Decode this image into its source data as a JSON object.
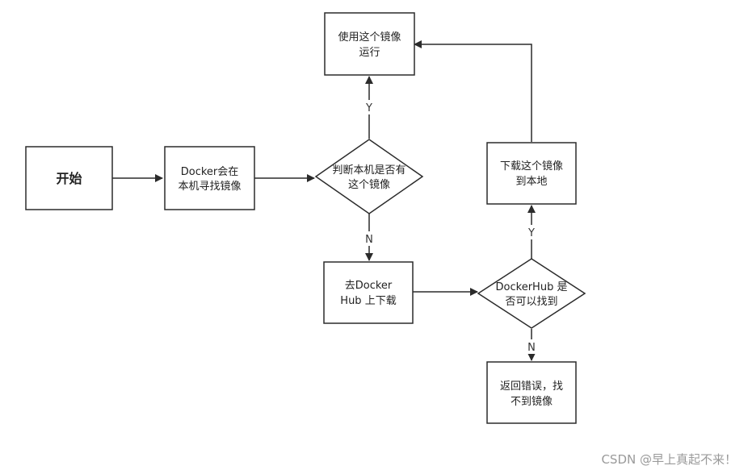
{
  "nodes": {
    "start": {
      "label": "开始"
    },
    "docker_search": {
      "lines": [
        "Docker会在",
        "本机寻找镜像"
      ]
    },
    "local_check": {
      "lines": [
        "判断本机是否有",
        "这个镜像"
      ]
    },
    "run_image": {
      "lines": [
        "使用这个镜像",
        "运行"
      ]
    },
    "go_hub": {
      "lines": [
        "去Docker",
        "Hub 上下载"
      ]
    },
    "hub_check": {
      "lines": [
        "DockerHub 是",
        "否可以找到"
      ]
    },
    "download_local": {
      "lines": [
        "下载这个镜像",
        "到本地"
      ]
    },
    "return_error": {
      "lines": [
        "返回错误，找",
        "不到镜像"
      ]
    }
  },
  "edge_labels": {
    "local_yes": "Y",
    "local_no": "N",
    "hub_yes": "Y",
    "hub_no": "N"
  },
  "colors": {
    "stroke": "#2b2b2b",
    "watermark": "#9a9a9a"
  },
  "watermark": "CSDN @早上真起不来！"
}
